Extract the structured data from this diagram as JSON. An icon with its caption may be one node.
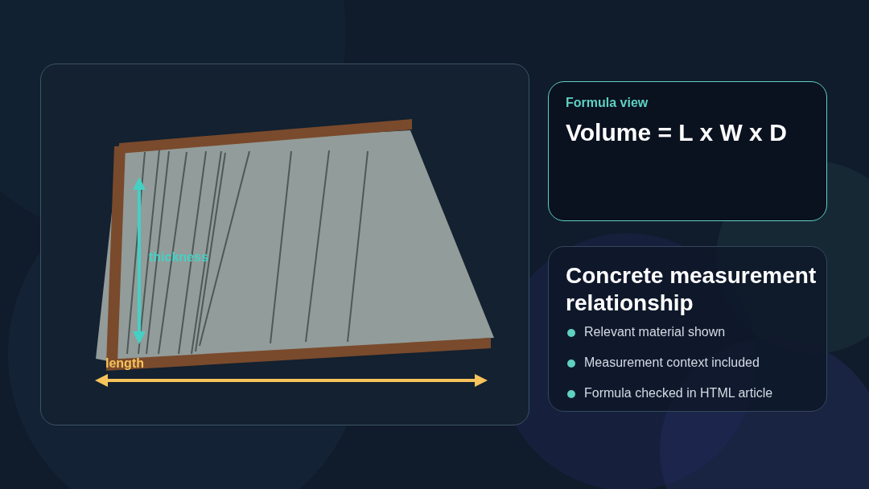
{
  "diagram": {
    "nodes": [
      {
        "text": [],
        "shape": "box"
      },
      {
        "text": [
          "Formula view",
          "Volume = L x W x D"
        ]
      },
      {
        "text": [
          "Concrete measurement relationship",
          "Relevant material shown",
          "Measurement context included",
          "Formula checked in HTML article"
        ]
      }
    ],
    "edges": [],
    "labels": [
      "thickness",
      "length"
    ]
  }
}
